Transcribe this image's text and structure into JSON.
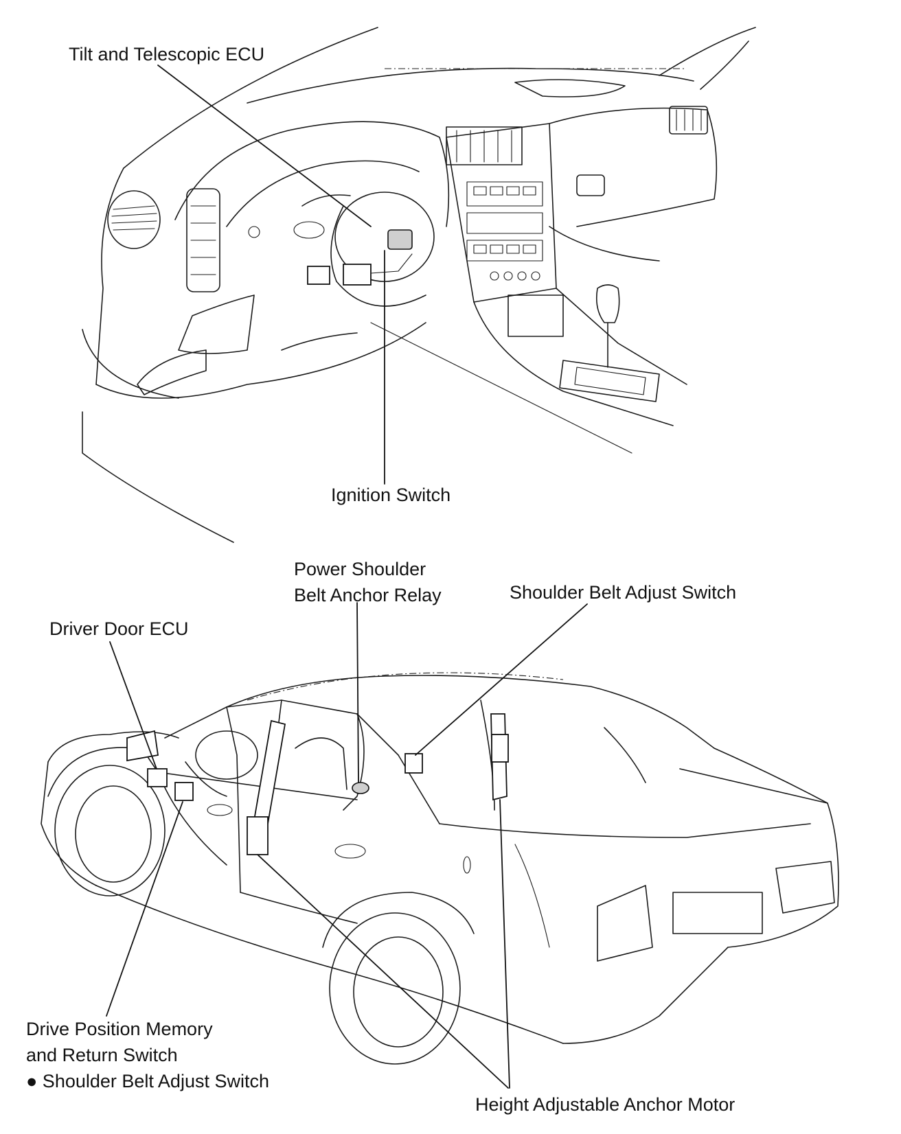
{
  "labels": {
    "tilt_telescopic_ecu": "Tilt and Telescopic ECU",
    "ignition_switch": "Ignition Switch",
    "power_shoulder_line1": "Power Shoulder",
    "power_shoulder_line2": "Belt Anchor Relay",
    "shoulder_belt_adjust_switch": "Shoulder Belt Adjust Switch",
    "driver_door_ecu": "Driver Door ECU",
    "drive_position_line1": "Drive Position Memory",
    "drive_position_line2": "and Return Switch",
    "drive_position_line3": "● Shoulder Belt Adjust Switch",
    "height_adjustable_anchor_motor": "Height Adjustable Anchor Motor"
  }
}
